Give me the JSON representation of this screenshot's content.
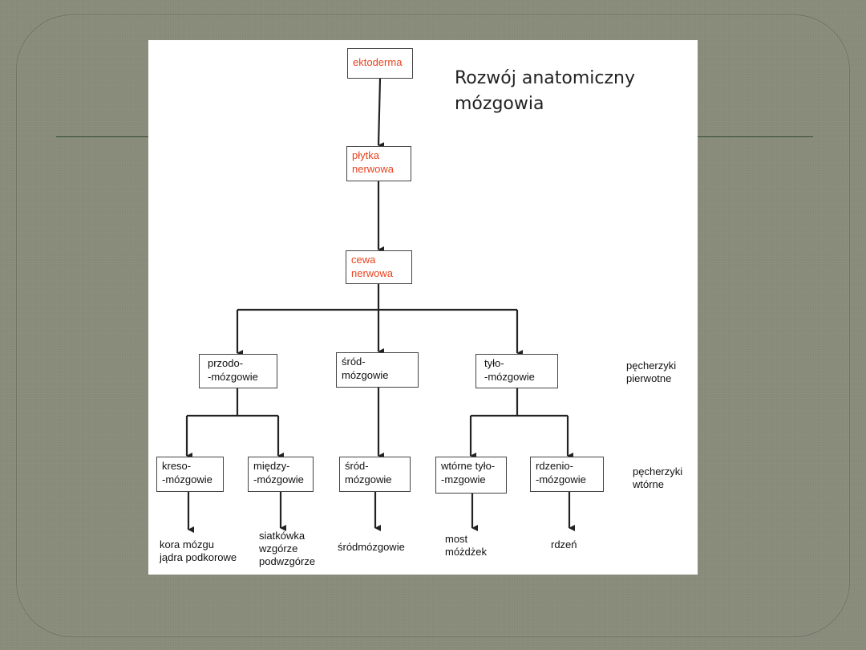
{
  "diagram": {
    "title": [
      "Rozwój anatomiczny",
      "mózgowia"
    ],
    "nodes": {
      "ektoderma": [
        "ektoderma"
      ],
      "plytka": [
        "płytka",
        "nerwowa"
      ],
      "cewa": [
        "cewa",
        "nerwowa"
      ],
      "przodo": [
        "przodo-",
        "-mózgowie"
      ],
      "srod1": [
        "śród-",
        "mózgowie"
      ],
      "tylo": [
        "tyło-",
        "-mózgowie"
      ],
      "kreso": [
        "kreso-",
        "-mózgowie"
      ],
      "miedzy": [
        "między-",
        "-mózgowie"
      ],
      "srod2": [
        "śród-",
        "mózgowie"
      ],
      "wtorne_tylo": [
        "wtórne tyło-",
        "-mzgowie"
      ],
      "rdzenio": [
        "rdzenio-",
        "-mózgowie"
      ]
    },
    "labels": {
      "primary": [
        "pęcherzyki",
        "pierwotne"
      ],
      "secondary": [
        "pęcherzyki",
        "wtórne"
      ]
    },
    "leaves": {
      "kora": [
        "kora mózgu",
        "jądra podkorowe"
      ],
      "siatkowka": [
        "siatkówka",
        "wzgórze",
        "podwzgórze"
      ],
      "srodmozgowie": [
        "śródmózgowie"
      ],
      "most": [
        "most",
        "móżdżek"
      ],
      "rdzen": [
        "rdzeń"
      ]
    },
    "colors": {
      "accent_text": "#e8431f",
      "background": "#888a79",
      "rule": "#2e4a2b"
    }
  }
}
